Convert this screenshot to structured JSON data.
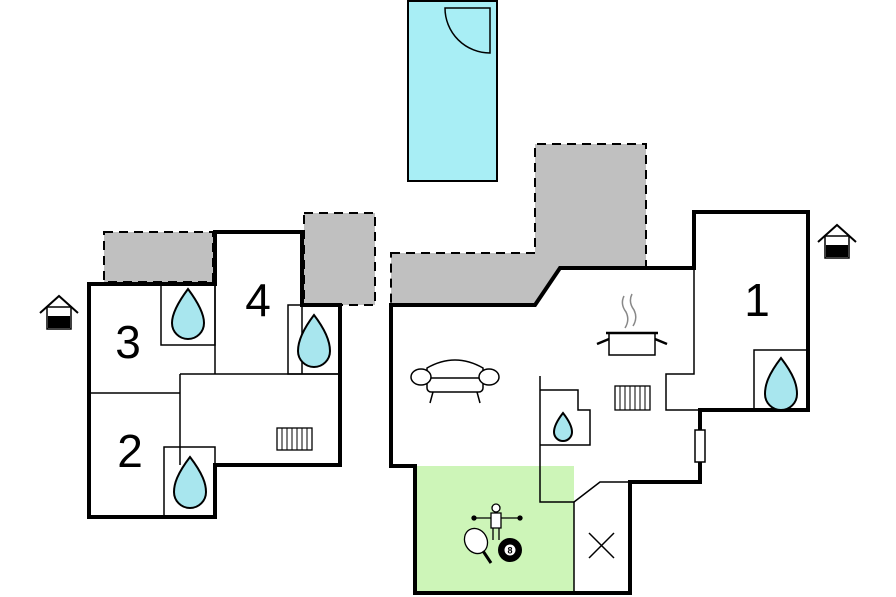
{
  "rooms": {
    "r1": "1",
    "r2": "2",
    "r3": "3",
    "r4": "4"
  },
  "billiard_ball": "8",
  "colors": {
    "pool": "#a8eef5",
    "terrace": "#c0c0c0",
    "games_room": "#cdf5b8",
    "water": "#a8e6ee"
  },
  "icons": [
    "pool-icon",
    "entrance-icon",
    "bathroom-icon",
    "sofa-icon",
    "kitchen-icon",
    "radiator-icon",
    "table-tennis-icon",
    "foosball-icon",
    "billiard-icon",
    "storage-x-icon"
  ]
}
